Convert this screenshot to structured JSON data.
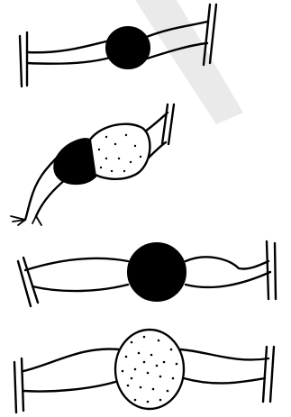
{
  "figure": {
    "panels": [
      {
        "id": "a",
        "blob_style": "solid"
      },
      {
        "id": "b",
        "blob_style": "solid-and-speckled"
      },
      {
        "id": "c",
        "blob_style": "solid"
      },
      {
        "id": "d",
        "blob_style": "speckled"
      }
    ],
    "colors": {
      "ink": "#000000",
      "paper": "#ffffff",
      "watermark": "#d9d9d9"
    }
  }
}
